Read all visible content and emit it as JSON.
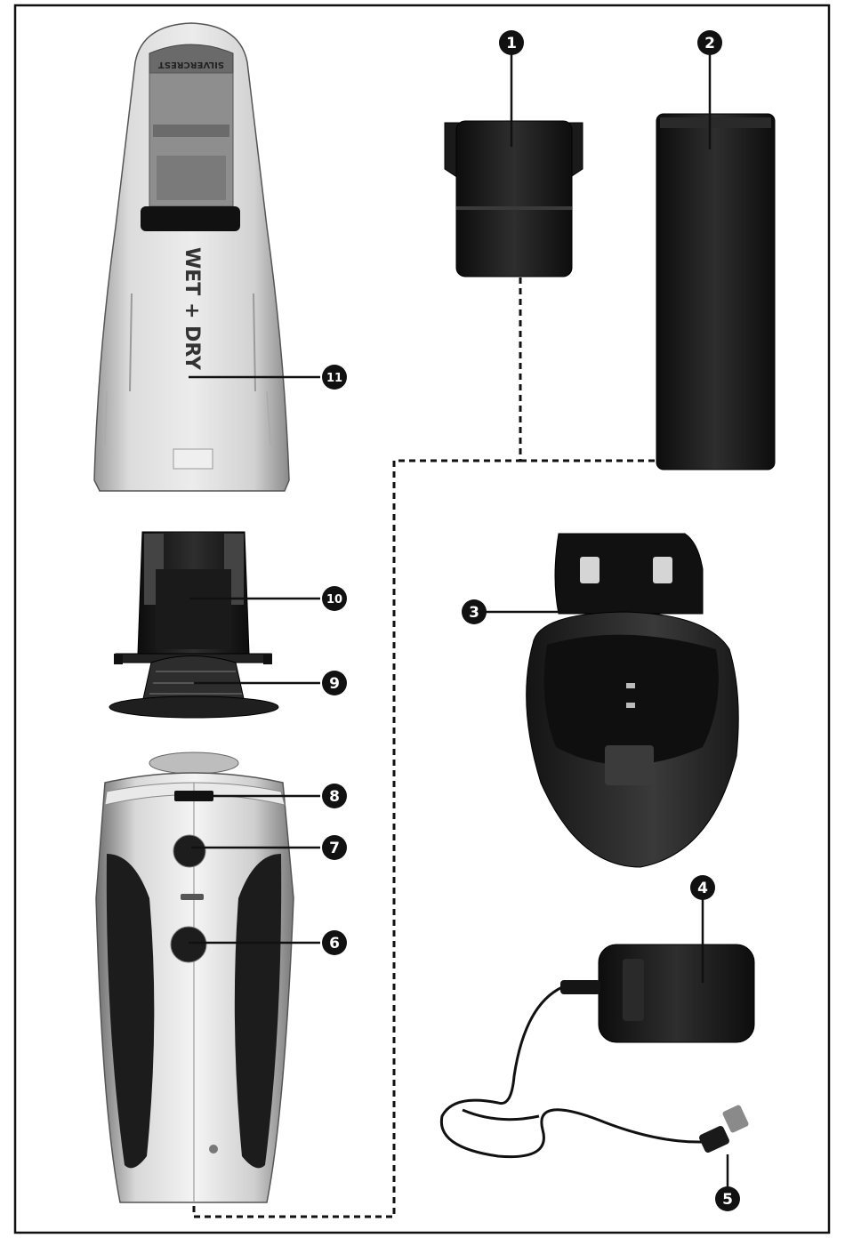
{
  "device_labels": {
    "bin_text": "WET + DRY",
    "brand_text": "SILVERCREST"
  },
  "callouts": [
    {
      "id": "c1",
      "label": "1"
    },
    {
      "id": "c2",
      "label": "2"
    },
    {
      "id": "c3",
      "label": "3"
    },
    {
      "id": "c4",
      "label": "4"
    },
    {
      "id": "c5",
      "label": "5"
    },
    {
      "id": "c6",
      "label": "6"
    },
    {
      "id": "c7",
      "label": "7"
    },
    {
      "id": "c8",
      "label": "8"
    },
    {
      "id": "c9",
      "label": "9"
    },
    {
      "id": "c10",
      "label": "10"
    },
    {
      "id": "c11",
      "label": "11"
    }
  ],
  "colors": {
    "frame": "#111111",
    "callout_fill": "#111111",
    "silver_light": "#e6e6e6",
    "silver_dark": "#8c8c8c",
    "black_plastic": "#1c1c1c"
  }
}
